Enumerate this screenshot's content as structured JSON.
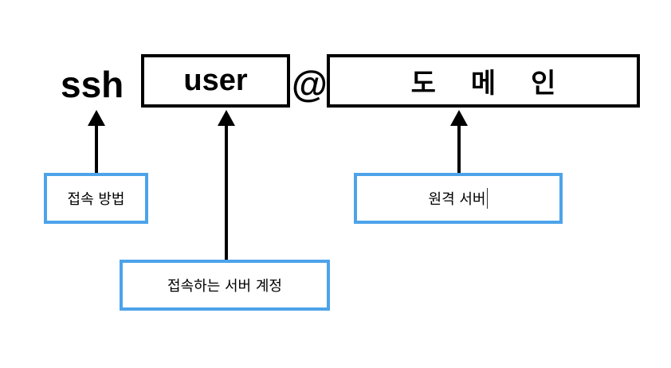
{
  "command": {
    "protocol": "ssh",
    "user": "user",
    "separator": "@",
    "domain": "도메인"
  },
  "labels": {
    "method": "접속 방법",
    "account": "접속하는 서버 계정",
    "remote": "원격 서버"
  },
  "colors": {
    "text": "#000000",
    "command_box_border": "#000000",
    "label_box_border": "#4da3ea",
    "arrow": "#000000"
  }
}
